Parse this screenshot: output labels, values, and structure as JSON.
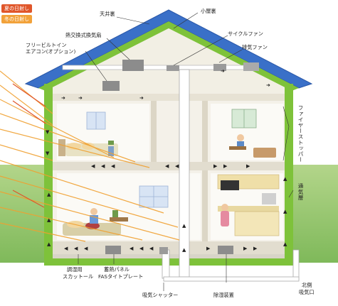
{
  "legend": {
    "summer_sun": "夏の日射し",
    "winter_sun": "冬の日射し",
    "summer_color": "#e0562a",
    "winter_color": "#f2a23a"
  },
  "labels": {
    "attic_ceiling": "天井裏",
    "loft": "小屋裏",
    "heat_exchange_fan": "熱交換式換気扇",
    "free_built_in_ac_line1": "フリービルトイン",
    "free_built_in_ac_line2": "エアコン(オプション)",
    "cycle_fan": "サイクルファン",
    "exhaust_fan": "排気ファン",
    "fire_stopper": "ファイヤーストッパー",
    "vent_layer": "通気層",
    "humidity_control_line1": "調湿用",
    "humidity_control_line2": "スカットール",
    "thermal_panel_line1": "蓄熱パネル",
    "thermal_panel_line2": "FASタイトプレート",
    "intake_shutter": "吸気シャッター",
    "dehumidifier": "除湿装置",
    "north_intake_line1": "北側",
    "north_intake_line2": "吸気口"
  },
  "colors": {
    "roof": "#3a70c8",
    "roof_edge": "#2a58a8",
    "wall_insulation": "#7ec23a",
    "lawn": "#b8d98a",
    "interior": "#f3efe6",
    "airflow_arrow": "#222222",
    "sun_ray": "#f0a030"
  }
}
